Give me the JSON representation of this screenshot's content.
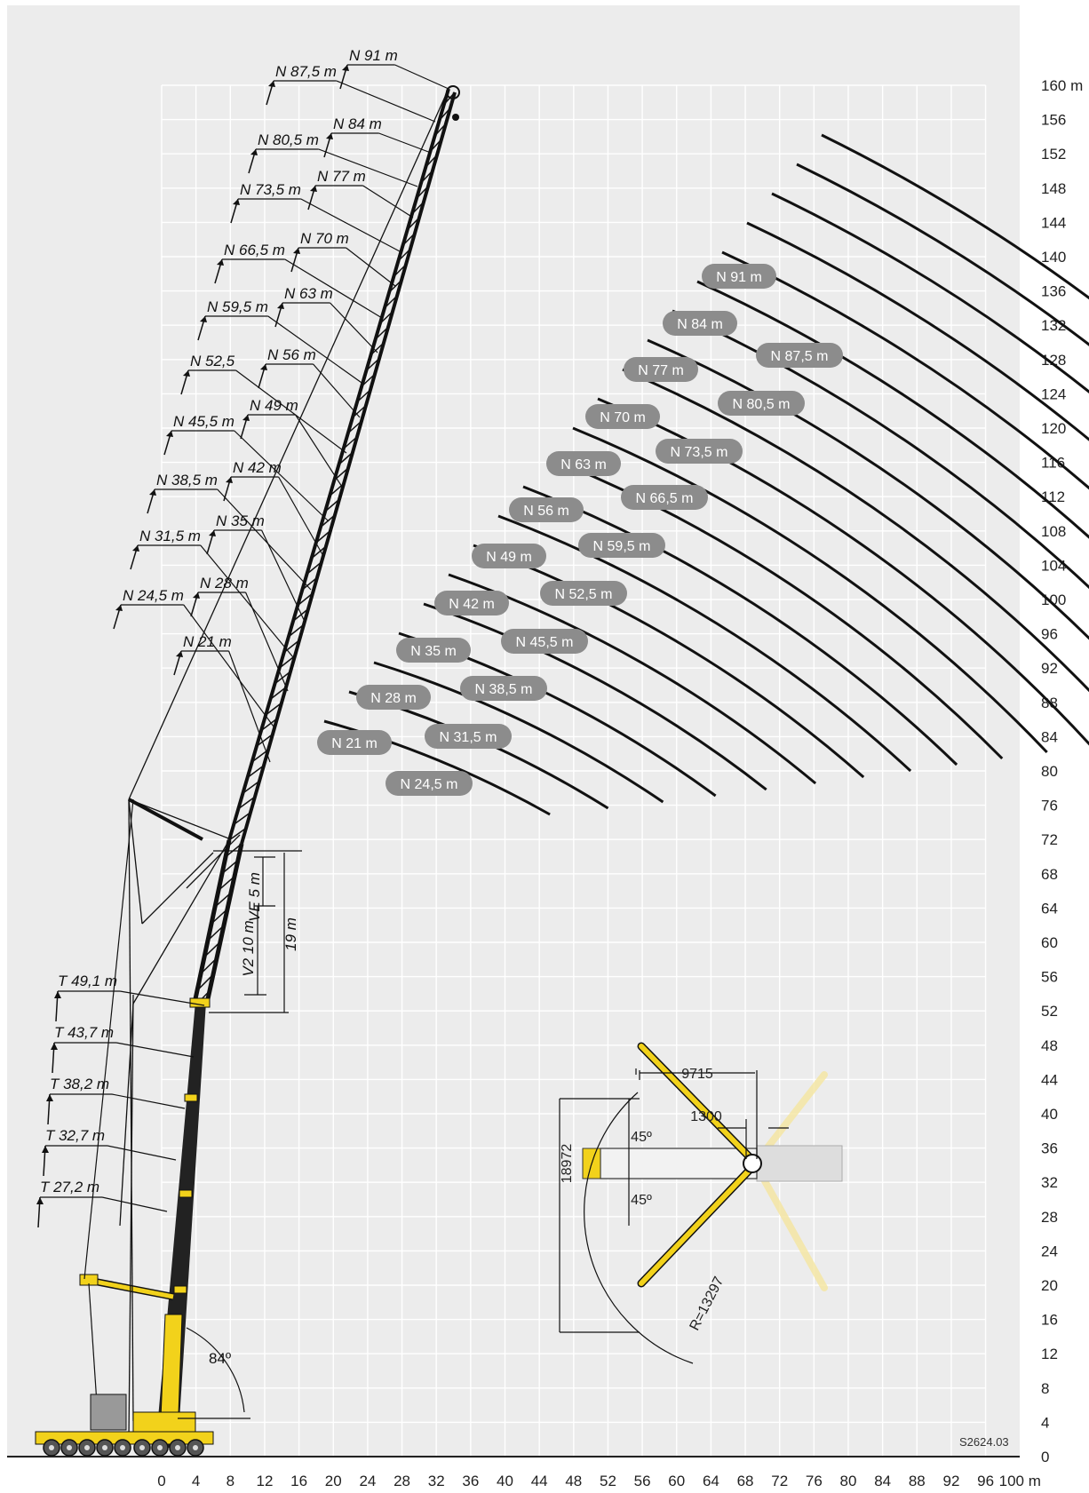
{
  "diagram": {
    "code": "S2624.03",
    "y_axis": {
      "ticks": [
        "160 m",
        "156",
        "152",
        "148",
        "144",
        "140",
        "136",
        "132",
        "128",
        "124",
        "120",
        "116",
        "112",
        "108",
        "104",
        "100",
        "96",
        "92",
        "88",
        "84",
        "80",
        "76",
        "72",
        "68",
        "64",
        "60",
        "56",
        "52",
        "48",
        "44",
        "40",
        "36",
        "32",
        "28",
        "24",
        "20",
        "16",
        "12",
        "8",
        "4",
        "0"
      ]
    },
    "x_axis": {
      "ticks": [
        "0",
        "4",
        "8",
        "12",
        "16",
        "20",
        "24",
        "28",
        "32",
        "36",
        "40",
        "44",
        "48",
        "52",
        "56",
        "60",
        "64",
        "68",
        "72",
        "76",
        "80",
        "84",
        "88",
        "92",
        "96",
        "100 m"
      ]
    },
    "jib_top_labels": [
      "N 91 m",
      "N 87,5 m",
      "N 84 m",
      "N 80,5 m",
      "N 77 m",
      "N 73,5 m",
      "N 70 m",
      "N 66,5 m",
      "N 63 m",
      "N 59,5 m",
      "N 56 m",
      "N 52,5",
      "N 49 m",
      "N 45,5 m",
      "N 42 m",
      "N 38,5 m",
      "N 35 m",
      "N 31,5 m",
      "N 28 m",
      "N 24,5 m",
      "N 21 m"
    ],
    "arc_labels": [
      "N 91 m",
      "N 87,5 m",
      "N 84 m",
      "N 80,5 m",
      "N 77 m",
      "N 73,5 m",
      "N 70 m",
      "N 66,5 m",
      "N 63 m",
      "N 59,5 m",
      "N 56 m",
      "N 52,5 m",
      "N 49 m",
      "N 45,5 m",
      "N 42 m",
      "N 38,5 m",
      "N 35 m",
      "N 31,5 m",
      "N 28 m",
      "N 24,5 m",
      "N 21 m"
    ],
    "tower_labels": [
      "T 49,1 m",
      "T 43,7 m",
      "T 38,2 m",
      "T 32,7 m",
      "T 27,2 m"
    ],
    "dims": {
      "ve": "VE 5 m",
      "v2": "V2 10 m",
      "total": "19 m",
      "angle": "84º"
    },
    "outrigger": {
      "width": "9715",
      "offset": "1300",
      "span": "18972",
      "angle_top": "45º",
      "angle_bottom": "45º",
      "radius": "R=13297"
    },
    "colors": {
      "grid_bg": "#ececec",
      "grid_line": "#ffffff",
      "pill": "#8c8c8c",
      "crane_yellow": "#f2d21b"
    }
  }
}
